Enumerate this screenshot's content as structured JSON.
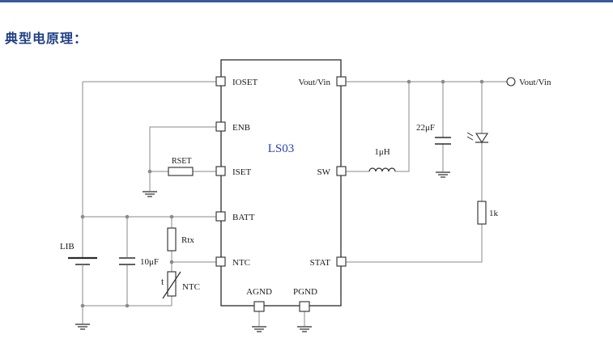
{
  "heading": "典型电原理：",
  "chip": {
    "name": "LS03",
    "left_pins": [
      "IOSET",
      "ENB",
      "ISET",
      "BATT",
      "NTC"
    ],
    "right_pins": [
      "Vout/Vin",
      "SW",
      "STAT"
    ],
    "bottom_pins": [
      "AGND",
      "PGND"
    ]
  },
  "components": {
    "rset": "RSET",
    "rtx": "Rtx",
    "ntc": "NTC",
    "lib": "LIB",
    "cap_batt": "10μF",
    "inductor": "1μH",
    "cap_out": "22μF",
    "resistor_led": "1k",
    "output_terminal": "Vout/Vin"
  },
  "colors": {
    "accent": "#3a5a9b",
    "chip_name": "#2a3fb5",
    "wire": "#8a8a8a"
  }
}
